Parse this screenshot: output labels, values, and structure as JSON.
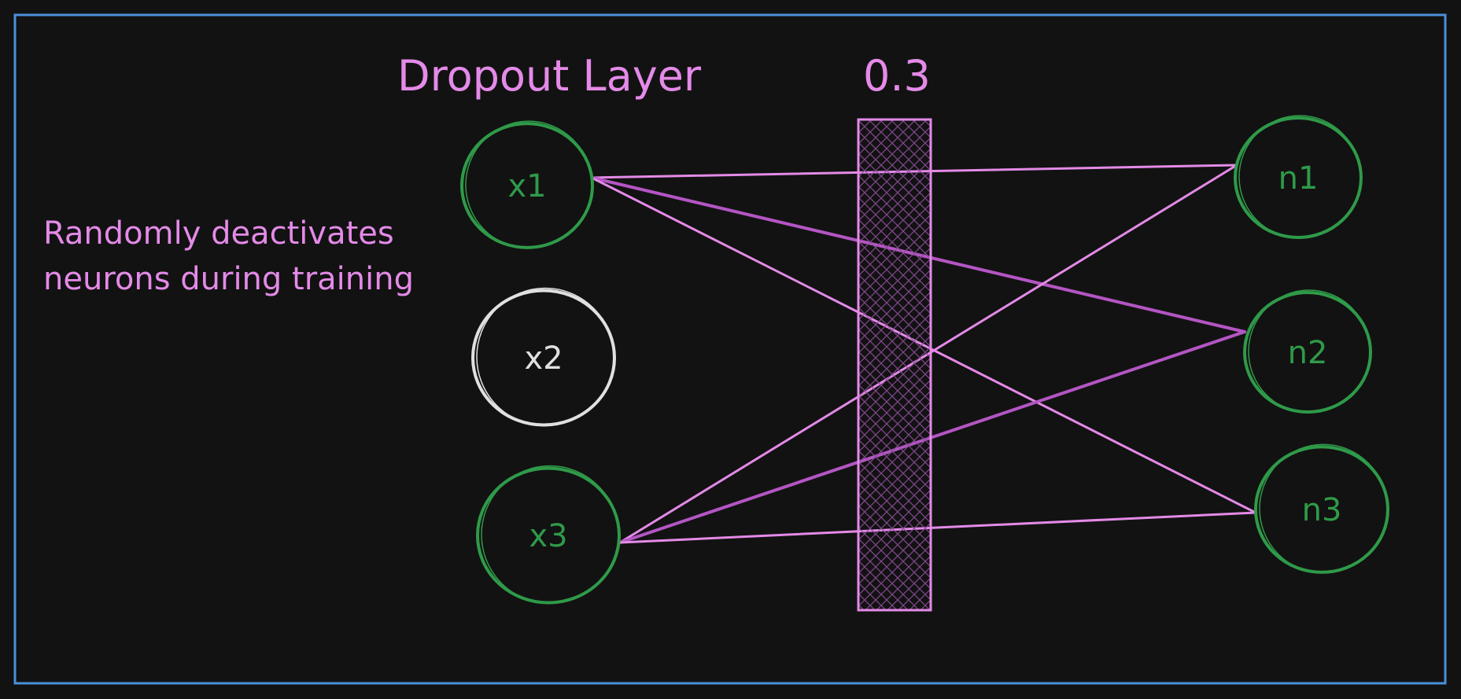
{
  "title": "Dropout Layer",
  "dropout_rate": "0.3",
  "annotation": {
    "line1": "Randomly deactivates",
    "line2": "neurons during training"
  },
  "inputs": [
    {
      "id": "x1",
      "label": "x1",
      "active": true
    },
    {
      "id": "x2",
      "label": "x2",
      "active": false
    },
    {
      "id": "x3",
      "label": "x3",
      "active": true
    }
  ],
  "outputs": [
    {
      "id": "n1",
      "label": "n1"
    },
    {
      "id": "n2",
      "label": "n2"
    },
    {
      "id": "n3",
      "label": "n3"
    }
  ],
  "connections": [
    {
      "from": "x1",
      "to": "n1"
    },
    {
      "from": "x1",
      "to": "n2"
    },
    {
      "from": "x1",
      "to": "n3"
    },
    {
      "from": "x3",
      "to": "n1"
    },
    {
      "from": "x3",
      "to": "n2"
    },
    {
      "from": "x3",
      "to": "n3"
    }
  ],
  "colors": {
    "background": "#121212",
    "frame": "#4a90d9",
    "accent": "#e48ae8",
    "accent_dark": "#b455c4",
    "active_neuron": "#2f9a49",
    "inactive_neuron": "#e0e0e0"
  }
}
